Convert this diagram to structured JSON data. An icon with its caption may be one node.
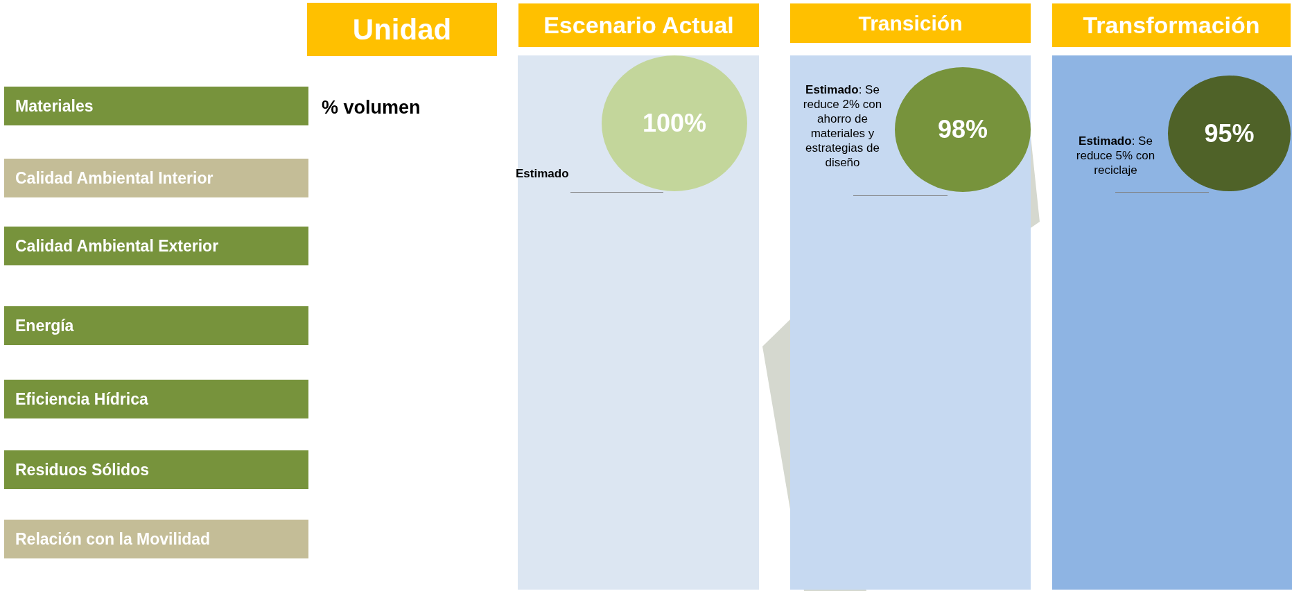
{
  "diagram": {
    "nodes": [
      {
        "text": [
          "Unidad"
        ]
      },
      {
        "text": [
          "Escenario Actual"
        ]
      },
      {
        "text": [
          "Transición"
        ]
      },
      {
        "text": [
          "Transformación"
        ]
      },
      {
        "text": [
          "Materiales"
        ]
      },
      {
        "text": [
          "Calidad Ambiental Interior"
        ]
      },
      {
        "text": [
          "Calidad Ambiental Exterior"
        ]
      },
      {
        "text": [
          "Energía"
        ]
      },
      {
        "text": [
          "Eficiencia Hídrica"
        ]
      },
      {
        "text": [
          "Residuos Sólidos"
        ]
      },
      {
        "text": [
          "Relación con la Movilidad"
        ]
      },
      {
        "text": [],
        "shape": "box"
      },
      {
        "text": [],
        "shape": "box"
      },
      {
        "text": [],
        "shape": "box"
      },
      {
        "text": [
          "100%"
        ],
        "in": 11,
        "beside": [
          "Estimado"
        ]
      },
      {
        "text": [
          "98%"
        ],
        "in": 12,
        "beside": [
          "**Estimado**: Se reduce 2% con ahorro de materiales y estrategias de diseño"
        ]
      },
      {
        "text": [
          "95%"
        ],
        "in": 13,
        "beside": [
          "**Estimado**: Se reduce 5% con reciclaje"
        ]
      }
    ],
    "edges": [],
    "labels": [
      "% volumen"
    ]
  }
}
